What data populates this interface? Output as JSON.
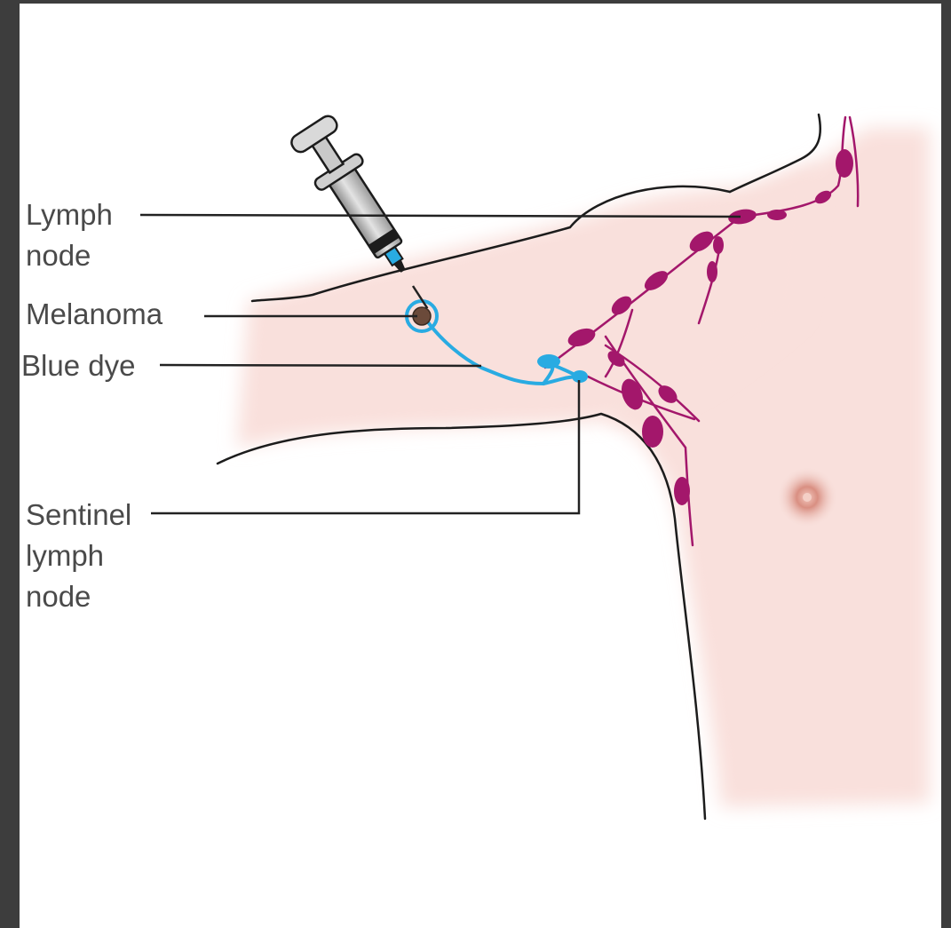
{
  "labels": {
    "lymph_node": [
      "Lymph",
      "node"
    ],
    "melanoma": [
      "Melanoma"
    ],
    "blue_dye": [
      "Blue dye"
    ],
    "sentinel_lymph_node": [
      "Sentinel",
      "lymph",
      "node"
    ]
  },
  "colors": {
    "frame": "#3d3d3d",
    "background": "#ffffff",
    "skin": "#f9e0dc",
    "outline": "#1c1c1c",
    "lymph": "#a3176b",
    "dye": "#29abe2",
    "label_text": "#4a4a4a",
    "leader": "#222222",
    "syringe_body": "#b9b9b9",
    "melanoma": "#6b4a3a"
  }
}
